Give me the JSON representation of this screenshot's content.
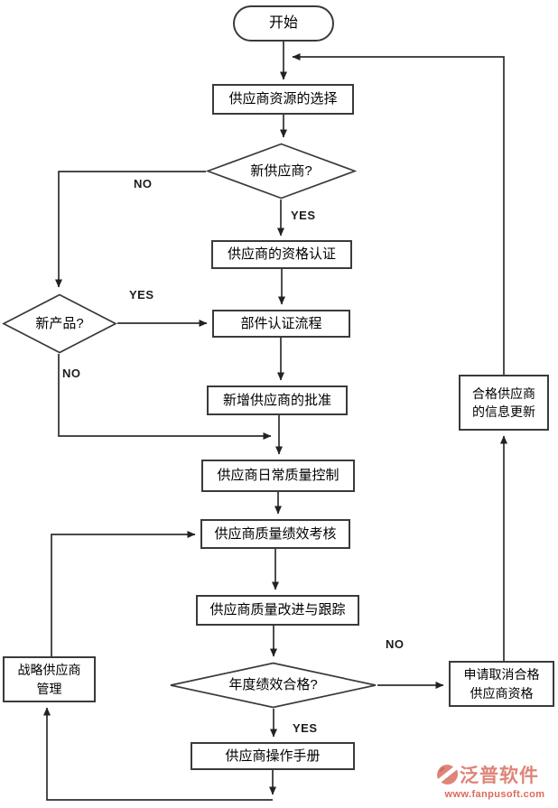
{
  "flowchart": {
    "nodes": {
      "start": "开始",
      "select_resources": "供应商资源的选择",
      "new_supplier_q": "新供应商?",
      "qualification": "供应商的资格认证",
      "new_product_q": "新产品?",
      "component_cert": "部件认证流程",
      "approval": "新增供应商的批准",
      "daily_quality": "供应商日常质量控制",
      "performance_review": "供应商质量绩效考核",
      "improvement_tracking": "供应商质量改进与跟踪",
      "annual_q": "年度绩效合格?",
      "operation_manual": "供应商操作手册",
      "strategic_mgmt": "战略供应商\n管理",
      "cancel_qualification": "申请取消合格\n供应商资格",
      "info_update": "合格供应商\n的信息更新"
    },
    "labels": {
      "new_supplier_no": "NO",
      "new_supplier_yes": "YES",
      "new_product_yes": "YES",
      "new_product_no": "NO",
      "annual_no": "NO",
      "annual_yes": "YES"
    },
    "line_color": "#2e2e2e"
  },
  "watermark": {
    "brand": "泛普软件",
    "url": "www.fanpusoft.com",
    "brand_color": "#de8478",
    "url_color": "#dd6a59"
  }
}
